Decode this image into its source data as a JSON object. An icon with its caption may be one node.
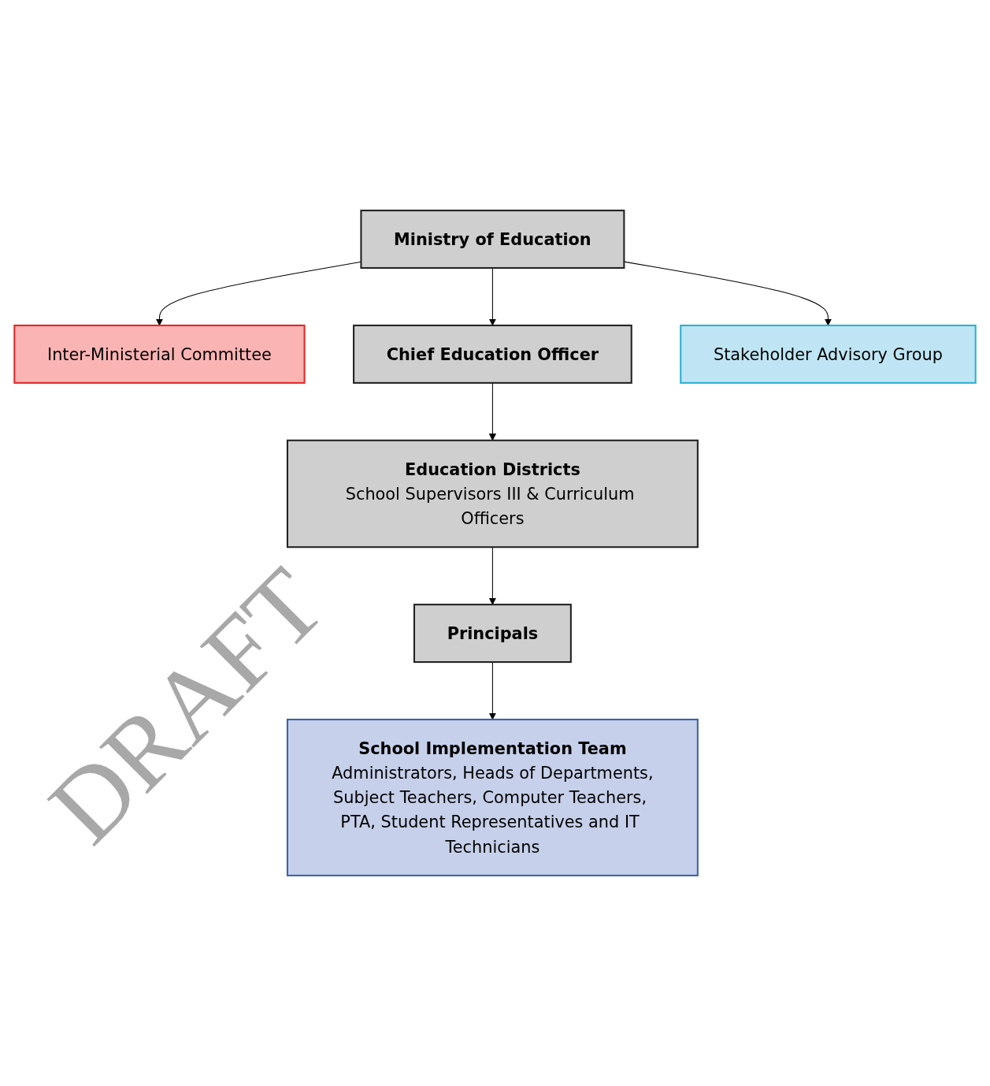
{
  "diagram": {
    "nodes": [
      {
        "text": [
          "Ministry of Education"
        ]
      },
      {
        "text": [
          "Inter-Ministerial Committee"
        ]
      },
      {
        "text": [
          "Stakeholder Advisory Group"
        ]
      },
      {
        "text": [
          "Chief Education Officer"
        ]
      },
      {
        "text": [
          "Education Districts",
          "School Supervisors III & Curriculum Officers"
        ]
      },
      {
        "text": [
          "Principals"
        ]
      },
      {
        "text": [
          "School Implementation Team",
          "Administrators, Heads of Departments,",
          "Subject Teachers, Computer Teachers, PTA, Student Representatives and IT Technicians"
        ]
      }
    ],
    "edges": [
      {
        "from": 0,
        "to": 1,
        "arrow": "to"
      },
      {
        "from": 0,
        "to": 3,
        "arrow": "to"
      },
      {
        "from": 0,
        "to": 2,
        "arrow": "to"
      },
      {
        "from": 3,
        "to": 4,
        "arrow": "to"
      },
      {
        "from": 4,
        "to": 5,
        "arrow": "to"
      },
      {
        "from": 5,
        "to": 6,
        "arrow": "to"
      }
    ],
    "labels": [
      "DRAFT"
    ]
  }
}
